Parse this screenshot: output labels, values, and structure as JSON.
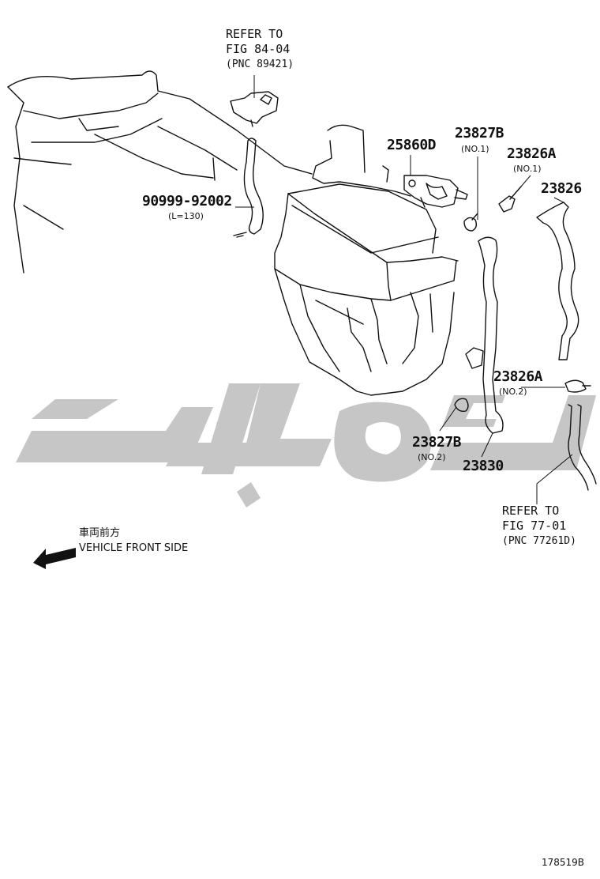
{
  "references": [
    {
      "line1": "REFER TO",
      "line2": "FIG 84-04",
      "line3": "(PNC 89421)"
    },
    {
      "line1": "REFER TO",
      "line2": "FIG 77-01",
      "line3": "(PNC 77261D)"
    }
  ],
  "parts": [
    {
      "number": "90999-92002",
      "note": "(L=130)"
    },
    {
      "number": "25860D",
      "note": ""
    },
    {
      "number": "23827B",
      "note": "(NO.1)"
    },
    {
      "number": "23826A",
      "note": "(NO.1)"
    },
    {
      "number": "23826",
      "note": ""
    },
    {
      "number": "23826A",
      "note": "(NO.2)"
    },
    {
      "number": "23827B",
      "note": "(NO.2)"
    },
    {
      "number": "23830",
      "note": ""
    }
  ],
  "direction": {
    "japanese": "車両前方",
    "english": "VEHICLE FRONT SIDE"
  },
  "diagram_code": "178519B",
  "colors": {
    "line": "#111111",
    "watermark": "#c8c8c8"
  }
}
